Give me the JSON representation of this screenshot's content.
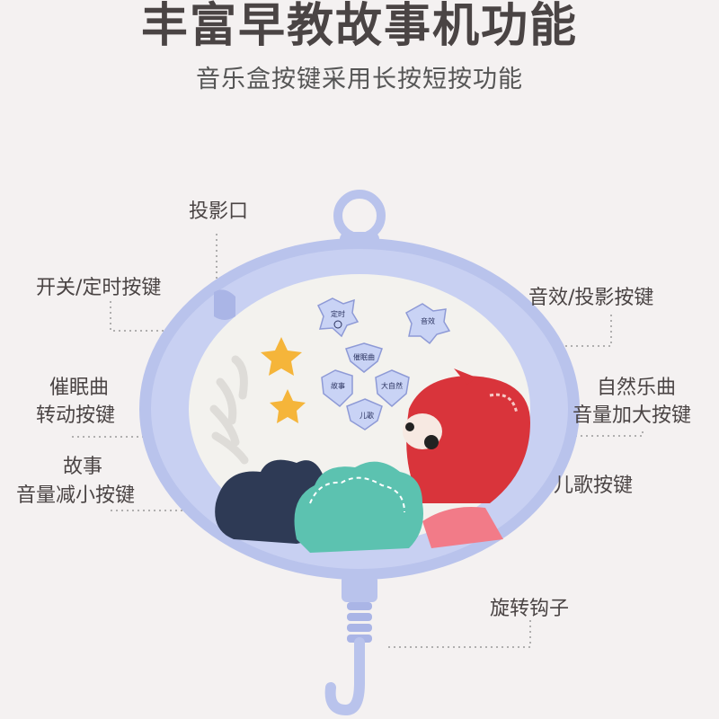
{
  "title": "丰富早教故事机功能",
  "subtitle": "音乐盒按键采用长按短按功能",
  "labels": {
    "projection_port": "投影口",
    "power_timer": "开关/定时按键",
    "lullaby_line1": "催眠曲",
    "lullaby_line2": "转动按键",
    "story_line1": "故事",
    "story_line2": "音量减小按键",
    "sound_projection": "音效/投影按键",
    "nature_line1": "自然乐曲",
    "nature_line2": "音量加大按键",
    "kids_song": "儿歌按键",
    "rotating_hook": "旋转钩子"
  },
  "device_buttons": {
    "timer": "定时",
    "effect": "音效",
    "lullaby": "催眠曲",
    "story": "故事",
    "nature": "大自然",
    "song": "儿歌"
  },
  "colors": {
    "body": "#b9c3ec",
    "accent_red": "#d9343b",
    "accent_teal": "#5cc2b0",
    "star": "#f5b53a"
  }
}
